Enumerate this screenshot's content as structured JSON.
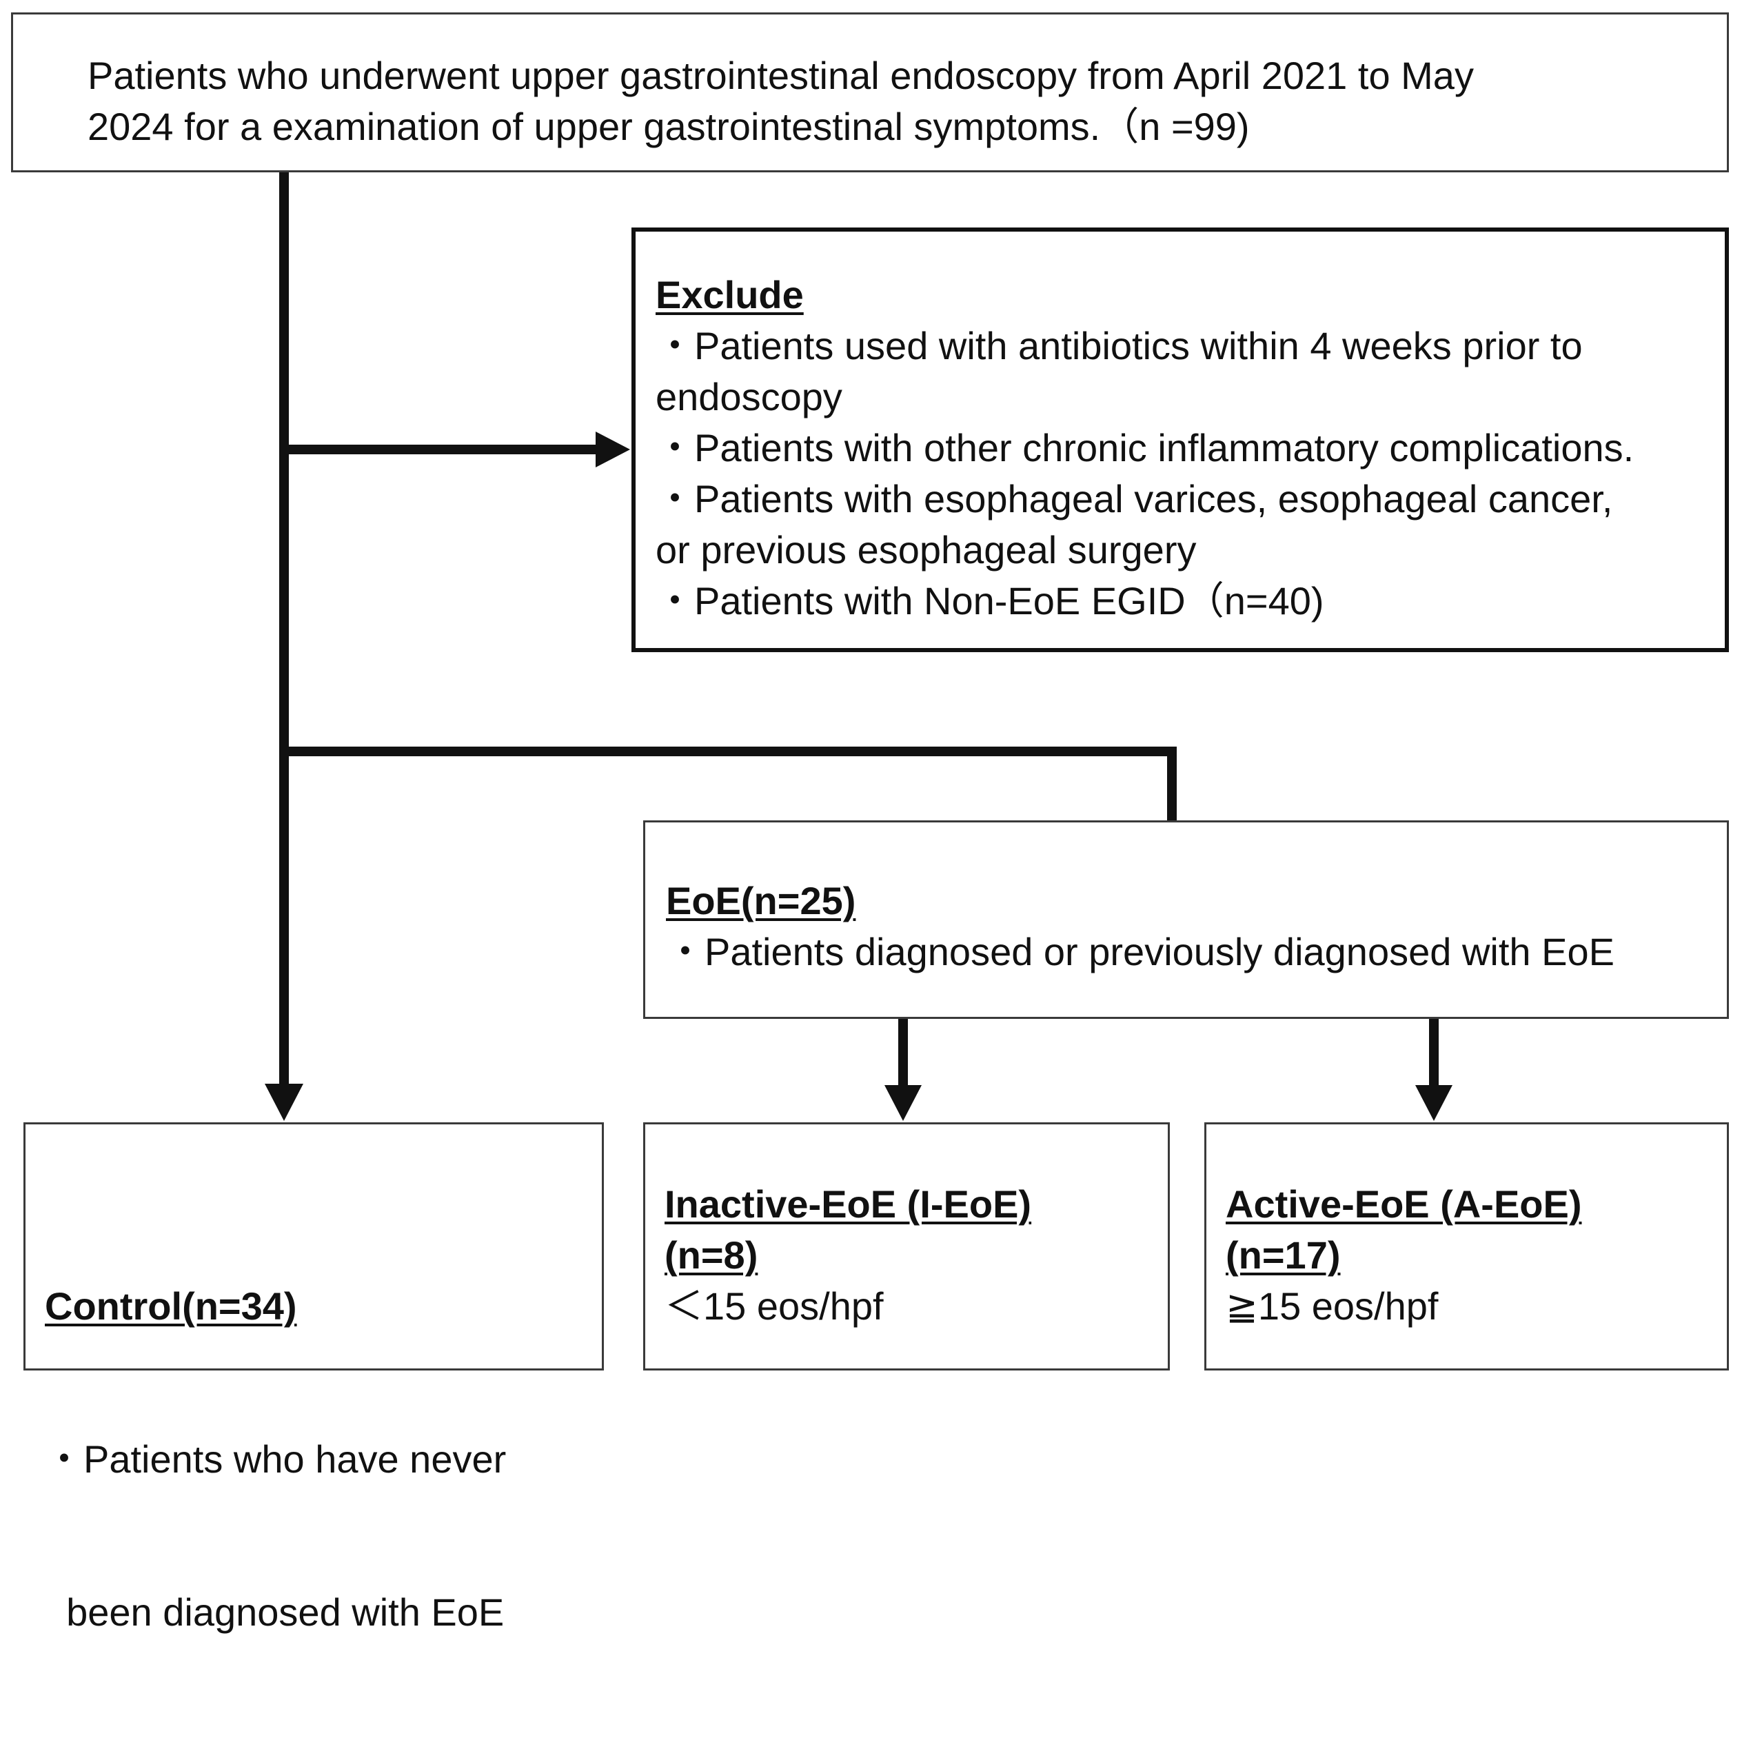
{
  "top_box": {
    "line1": "Patients who underwent upper gastrointestinal endoscopy from April 2021 to May",
    "line2": "2024 for a examination of upper gastrointestinal symptoms.（n =99)"
  },
  "exclude_box": {
    "heading": "Exclude",
    "line1": "・Patients used with antibiotics within 4 weeks prior to",
    "line2": "endoscopy",
    "line3": "・Patients with other chronic inflammatory complications.",
    "line4": "・Patients with esophageal varices, esophageal cancer,",
    "line5": "or previous esophageal surgery",
    "line6": "・Patients with Non-EoE EGID（n=40)"
  },
  "eoe_box": {
    "heading": "EoE(n=25)",
    "line1": "・Patients diagnosed or previously diagnosed with EoE"
  },
  "control_box": {
    "heading": "Control(n=34)",
    "line1": "・Patients who have never",
    "line2": "  been diagnosed with EoE"
  },
  "inactive_box": {
    "heading": "Inactive-EoE (I-EoE)",
    "count": "(n=8)",
    "criterion": "＜15 eos/hpf"
  },
  "active_box": {
    "heading": "Active-EoE (A-EoE)",
    "count": "(n=17)",
    "criterion": "≧15 eos/hpf"
  }
}
